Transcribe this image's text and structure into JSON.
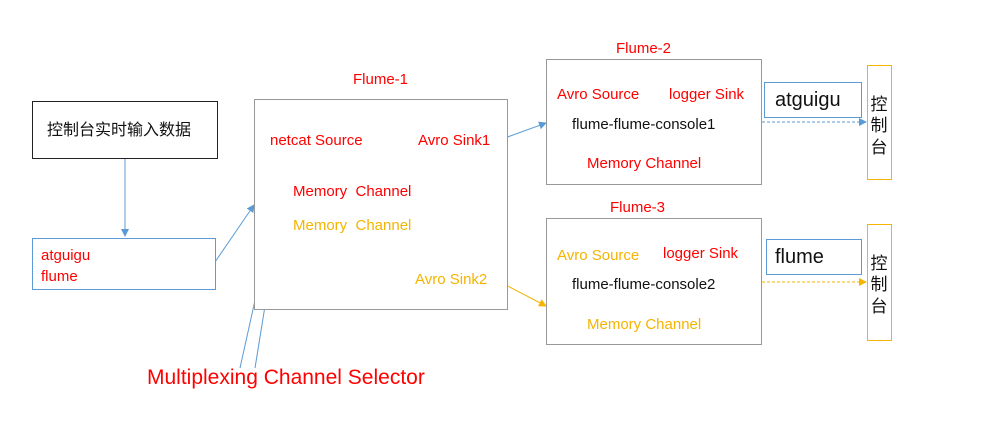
{
  "input_box": {
    "text": "控制台实时输入数据"
  },
  "atguigu_flume_box": {
    "line1": "atguigu",
    "line2": "flume"
  },
  "flume1": {
    "title": "Flume-1",
    "source": "netcat Source",
    "channel1": "Memory  Channel",
    "channel2": "Memory  Channel",
    "sink1": "Avro Sink1",
    "sink2": "Avro Sink2"
  },
  "flume2": {
    "title": "Flume-2",
    "source": "Avro Source",
    "sink": "logger Sink",
    "name": "flume-flume-console1",
    "channel": "Memory Channel",
    "output": "atguigu",
    "console": "控制台"
  },
  "flume3": {
    "title": "Flume-3",
    "source": "Avro Source",
    "sink": "logger Sink",
    "name": "flume-flume-console2",
    "channel": "Memory Channel",
    "output": "flume",
    "console": "控制台"
  },
  "selector_label": "Multiplexing Channel Selector",
  "colors": {
    "red": "#ff0000",
    "orange": "#f4b400",
    "blue": "#5b9bd5",
    "box_border": "#999999"
  }
}
